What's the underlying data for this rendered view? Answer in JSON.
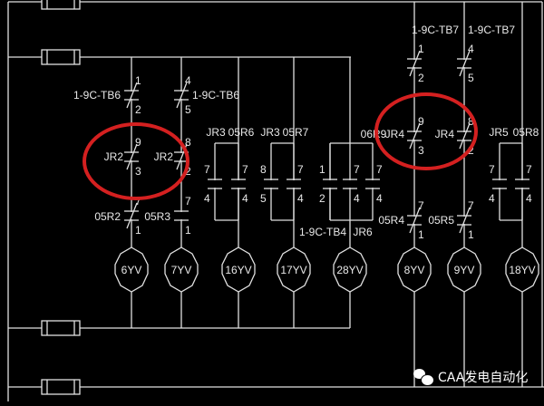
{
  "diagram": {
    "coils": [
      "6YV",
      "7YV",
      "16YV",
      "17YV",
      "28YV",
      "8YV",
      "9YV",
      "18YV"
    ],
    "contacts": [
      {
        "name": "1-9C-TB6",
        "type": "NC",
        "pins": [
          "1",
          "2"
        ]
      },
      {
        "name": "1-9C-TB6",
        "type": "NC",
        "pins": [
          "4",
          "5"
        ]
      },
      {
        "name": "JR2",
        "type": "NC",
        "pins": [
          "9",
          "3"
        ]
      },
      {
        "name": "JR2",
        "type": "NC",
        "pins": [
          "8",
          "2"
        ]
      },
      {
        "name": "05R2",
        "type": "NC",
        "pins": [
          "7",
          "1"
        ]
      },
      {
        "name": "05R3",
        "type": "NO",
        "pins": [
          "7",
          "1"
        ]
      },
      {
        "name": "JR3",
        "type": "NO",
        "pins": [
          "7",
          "4"
        ]
      },
      {
        "name": "05R6",
        "type": "NO",
        "pins": [
          "7",
          "4"
        ]
      },
      {
        "name": "JR3",
        "type": "NO",
        "pins": [
          "8",
          "5"
        ]
      },
      {
        "name": "05R7",
        "type": "NO",
        "pins": [
          "7",
          "4"
        ]
      },
      {
        "name": "1-9C-TB4",
        "type": "NO",
        "pins": [
          "1",
          "2"
        ]
      },
      {
        "name": "JR6",
        "type": "NO",
        "pins": [
          "7",
          "4"
        ]
      },
      {
        "name": "06R9",
        "type": "NO",
        "pins": [
          "7",
          "4"
        ]
      },
      {
        "name": "1-9C-TB7",
        "type": "NC",
        "pins": [
          "1",
          "2"
        ]
      },
      {
        "name": "1-9C-TB7",
        "type": "NC",
        "pins": [
          "4",
          "5"
        ]
      },
      {
        "name": "JR4",
        "type": "NC",
        "pins": [
          "9",
          "3"
        ]
      },
      {
        "name": "JR4",
        "type": "NC",
        "pins": [
          "8",
          "2"
        ]
      },
      {
        "name": "05R4",
        "type": "NC",
        "pins": [
          "7",
          "1"
        ]
      },
      {
        "name": "05R5",
        "type": "NC",
        "pins": [
          "7",
          "1"
        ]
      },
      {
        "name": "JR5",
        "type": "NO",
        "pins": [
          "7",
          "4"
        ]
      },
      {
        "name": "05R8",
        "type": "NO",
        "pins": [
          "7",
          "4"
        ]
      }
    ]
  },
  "watermark": "CAA发电自动化",
  "colors": {
    "background": "#000000",
    "wire": "#e0e0e0",
    "highlight": "#d42020"
  }
}
